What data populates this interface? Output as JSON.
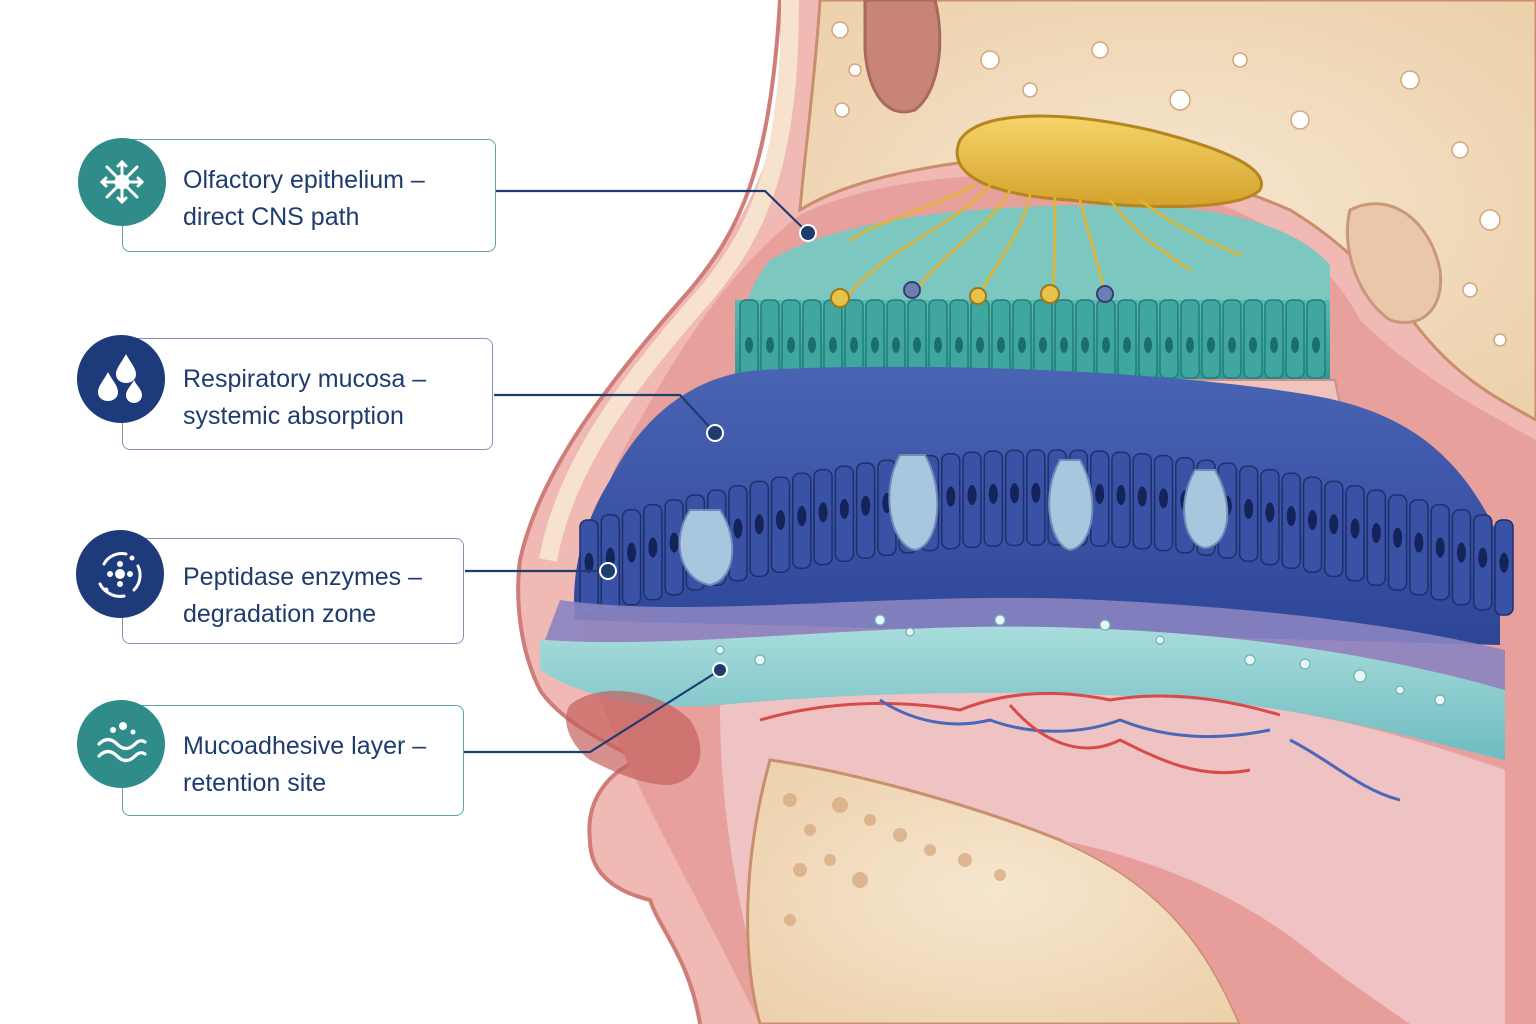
{
  "colors": {
    "teal": "#2f8c89",
    "navy": "#1d3a7a",
    "olfactory": "#3aa8a0",
    "respiratory": "#3c55a5",
    "nerve": "#e0b43a",
    "mucus": "#8fcfd0",
    "skin": "#e9a5a2",
    "bone": "#f2dcc0"
  },
  "callouts": [
    {
      "line1": "Olfactory epithelium –",
      "line2": "direct CNS path",
      "icon": "neuron-icon",
      "color": "teal"
    },
    {
      "line1": "Respiratory mucosa –",
      "line2": "systemic absorption",
      "icon": "droplets-icon",
      "color": "navy"
    },
    {
      "line1": "Peptidase enzymes –",
      "line2": "degradation zone",
      "icon": "enzyme-icon",
      "color": "navy"
    },
    {
      "line1": "Mucoadhesive layer –",
      "line2": "retention site",
      "icon": "waves-icon",
      "color": "teal"
    }
  ]
}
